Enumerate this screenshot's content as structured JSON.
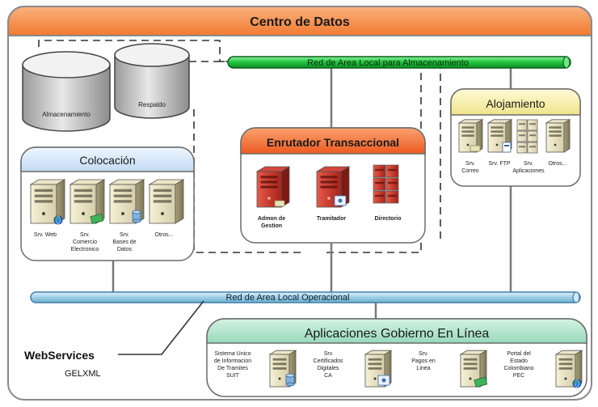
{
  "title": "Centro de Datos",
  "storage": {
    "almacenamiento": "Almacenamiento",
    "respaldo": "Respaldo"
  },
  "san_bus": "Red de Area Local para Almacenamiento",
  "lan_bus": "Red de Area Local Operacional",
  "colocacion": {
    "title": "Colocación",
    "servers": [
      {
        "lines": [
          "Srv. Web"
        ]
      },
      {
        "lines": [
          "Srv.",
          "Comercio",
          "Electronico"
        ]
      },
      {
        "lines": [
          "Srv.",
          "Bases de",
          "Datos"
        ]
      },
      {
        "lines": [
          "Otros..."
        ]
      }
    ]
  },
  "enrutador": {
    "title": "Enrutador Transaccional",
    "servers": [
      {
        "lines": [
          "Admon de",
          "Gestion"
        ]
      },
      {
        "lines": [
          "Tramitador"
        ]
      },
      {
        "lines": [
          "Directorio"
        ]
      }
    ]
  },
  "alojamiento": {
    "title": "Alojamiento",
    "servers": [
      {
        "lines": [
          "Srv.",
          "Correo"
        ]
      },
      {
        "lines": [
          "Srv. FTP"
        ]
      },
      {
        "lines": [
          "Srv.",
          "Aplicaciones"
        ]
      },
      {
        "lines": [
          "Otros..."
        ]
      }
    ]
  },
  "aplicaciones": {
    "title": "Aplicaciones Gobierno En Línea",
    "items": [
      {
        "lines": [
          "Sistema Unico",
          "de Informacion",
          "De Tramites",
          "SUIT"
        ]
      },
      {
        "lines": [
          "Srv",
          "Certificados",
          "Digitales",
          "CA"
        ]
      },
      {
        "lines": [
          "Srv.",
          "Pagos en",
          "Linea"
        ]
      },
      {
        "lines": [
          "Portal del",
          "Estado",
          "Colombiano",
          "PEC"
        ]
      }
    ]
  },
  "webservices": {
    "title": "WebServices",
    "subtitle": "GELXML"
  },
  "colors": {
    "header": "#f7924a",
    "san_bus": "#2ed14a",
    "lan_bus": "#a9d8ee",
    "enrutador_header": "#f36b2f",
    "alojamiento_header": "#f4ec9c",
    "aplicaciones_header": "#a9dfc6",
    "colocacion_header": "#cfe3f7"
  }
}
